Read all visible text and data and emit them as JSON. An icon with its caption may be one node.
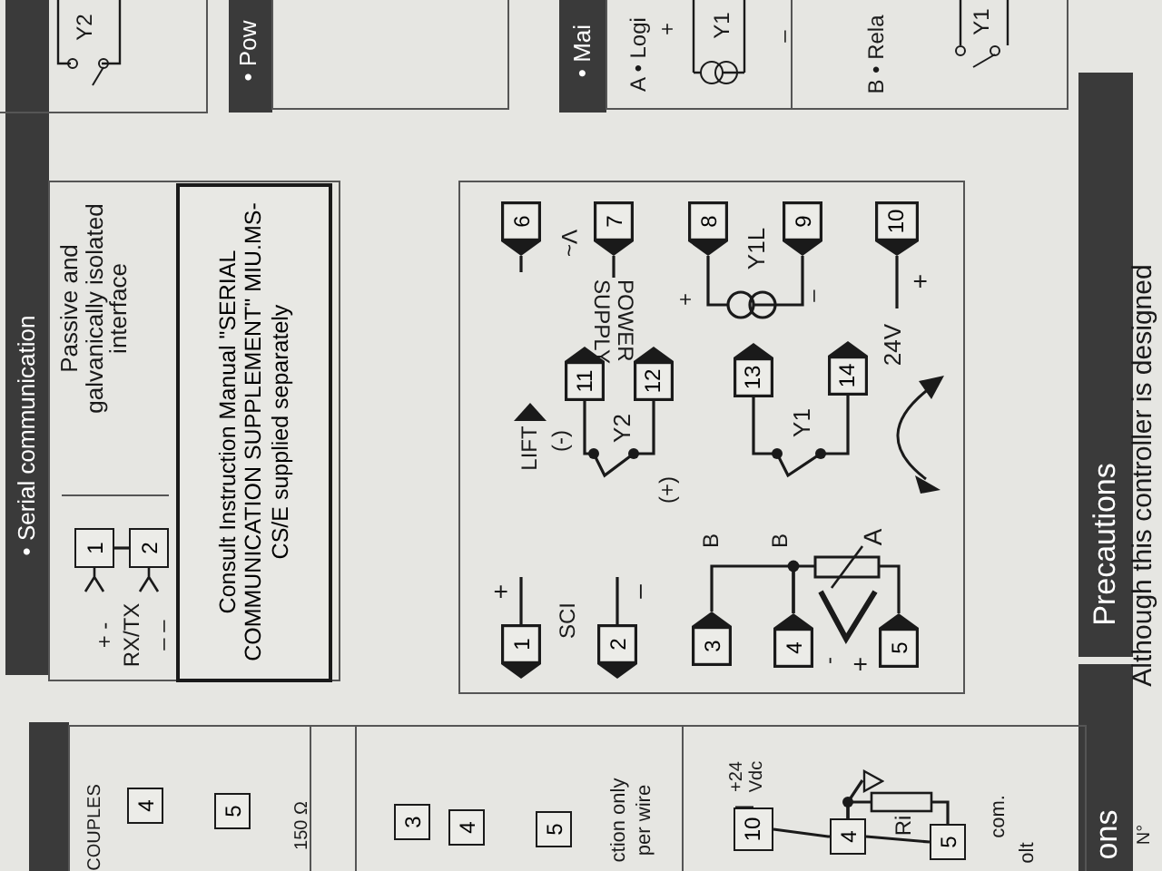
{
  "diagram": {
    "nodes": [
      {
        "text": [
          "6"
        ]
      },
      {
        "text": [
          "7"
        ]
      },
      {
        "text": [
          "8"
        ]
      },
      {
        "text": [
          "9"
        ]
      },
      {
        "text": [
          "10"
        ]
      },
      {
        "text": [
          "11"
        ]
      },
      {
        "text": [
          "12"
        ]
      },
      {
        "text": [
          "13"
        ]
      },
      {
        "text": [
          "14"
        ]
      },
      {
        "text": [
          "1"
        ]
      },
      {
        "text": [
          "2"
        ]
      },
      {
        "text": [
          "3"
        ]
      },
      {
        "text": [
          "4"
        ]
      },
      {
        "text": [
          "5"
        ]
      },
      {
        "text": [
          "1"
        ]
      },
      {
        "text": [
          "2"
        ]
      },
      {
        "text": [
          "Consult Instruction Manual \"SERIAL COMMUNICATION SUPPLEMENT\" MIU.MS-CS/E supplied separately"
        ]
      },
      {
        "text": [
          "4"
        ]
      },
      {
        "text": [
          "5"
        ]
      },
      {
        "text": [
          "3"
        ]
      },
      {
        "text": [
          "4"
        ]
      },
      {
        "text": [
          "5"
        ]
      },
      {
        "text": [
          "10"
        ],
        "beside": [
          "+24 Vdc"
        ]
      },
      {
        "text": [
          "4"
        ]
      },
      {
        "text": [
          "5"
        ]
      },
      {
        "text": [],
        "shape": "triangle"
      },
      {
        "text": [
          "POWER SUPPLY"
        ]
      }
    ],
    "edges": [
      {
        "from": 11,
        "to": 12,
        "arrow": "none"
      },
      {
        "from": 12,
        "to": 13,
        "arrow": "none"
      },
      {
        "from": 5,
        "to": 6,
        "arrow": "none"
      },
      {
        "from": 7,
        "to": 8,
        "arrow": "none"
      },
      {
        "from": 2,
        "to": 3,
        "arrow": "none"
      },
      {
        "from": 22,
        "to": 23,
        "arrow": "none"
      },
      {
        "from": 23,
        "to": 24,
        "arrow": "none"
      },
      {
        "from": 23,
        "to": 24,
        "arrow": "none"
      },
      {
        "from": 14,
        "to": 15,
        "arrow": "none"
      },
      {
        "from": 0,
        "to": null,
        "arrow": "none"
      },
      {
        "from": 1,
        "to": 26,
        "arrow": "none"
      },
      {
        "from": 4,
        "to": null,
        "arrow": "none"
      },
      {
        "from": 9,
        "to": null,
        "arrow": "none"
      },
      {
        "from": 10,
        "to": null,
        "arrow": "none"
      },
      {
        "from": 23,
        "to": 25,
        "arrow": "none"
      }
    ],
    "labels": [
      "Y2",
      "• Pow",
      "• Mai",
      "A • Logi",
      "+",
      "Y1",
      "–",
      "B • Rela",
      "Y1",
      "• Serial communication",
      "Passive and galvanically isolated interface",
      "+ -",
      "RX/TX",
      "– –",
      "V~",
      "Y1L",
      "+",
      "–",
      "24V",
      "+",
      "LIFT",
      "(-)",
      "Y2",
      "(+)",
      "Y1",
      "SCI",
      "+",
      "–",
      "B",
      "B",
      "A",
      "-",
      "+",
      "COUPLES",
      "150 Ω",
      "ction only",
      "per wire",
      "Ri",
      "com.",
      "olt",
      "Precautions",
      "Although this controller is designed",
      "ons",
      "N°"
    ]
  }
}
